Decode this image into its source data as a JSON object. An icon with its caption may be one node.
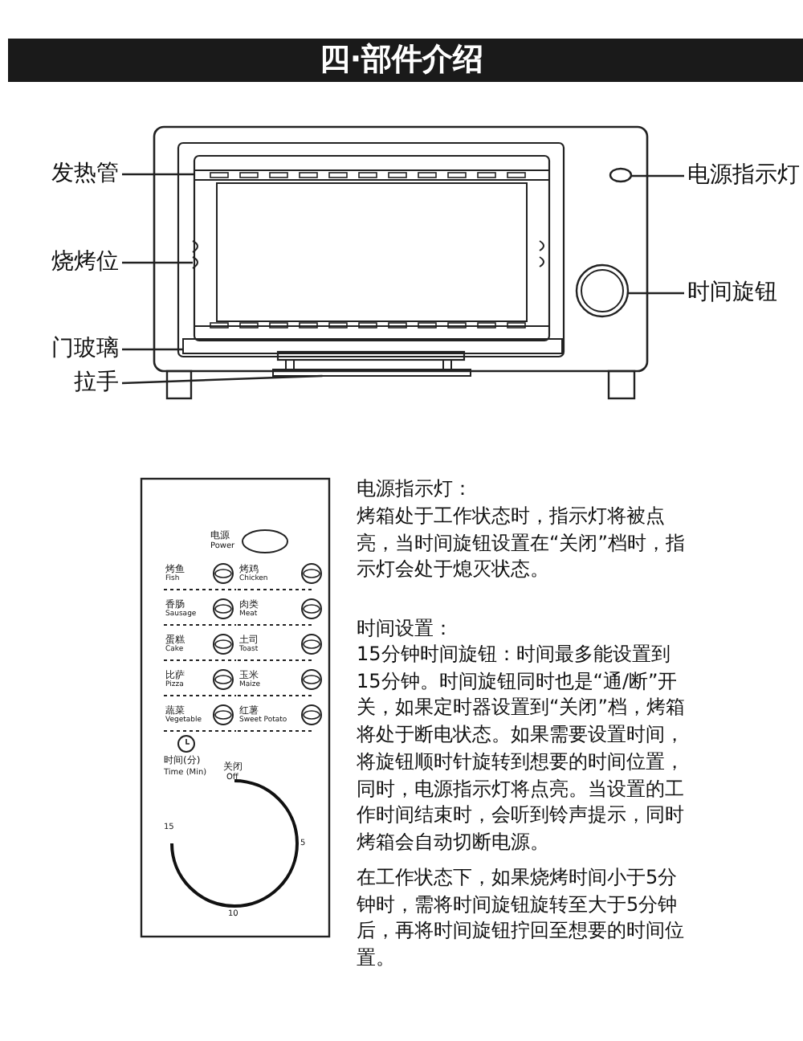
{
  "diagram": {
    "title": "四·部件介绍",
    "nodes": [
      {
        "text": [
          "发热管"
        ]
      },
      {
        "text": [],
        "shape": "bar"
      },
      {
        "text": [
          "烧烤位"
        ]
      },
      {
        "text": [],
        "shape": "box"
      },
      {
        "text": [
          "门玻璃"
        ]
      },
      {
        "text": [],
        "shape": "box"
      },
      {
        "text": [
          "拉手"
        ]
      },
      {
        "text": [],
        "shape": "bar"
      },
      {
        "text": [
          "电源指示灯"
        ]
      },
      {
        "text": [],
        "shape": "circle"
      },
      {
        "text": [
          "时间旋钮"
        ]
      },
      {
        "text": [],
        "shape": "circle"
      }
    ],
    "edges": [
      {
        "from": 0,
        "to": 1,
        "arrow": "none"
      },
      {
        "from": 2,
        "to": 3,
        "arrow": "none"
      },
      {
        "from": 4,
        "to": 5,
        "arrow": "none"
      },
      {
        "from": 6,
        "to": 7,
        "arrow": "none"
      },
      {
        "from": 8,
        "to": 9,
        "arrow": "none"
      },
      {
        "from": 10,
        "to": 11,
        "arrow": "none"
      }
    ],
    "labels": [
      "电源",
      "Power",
      "烤鱼",
      "Fish",
      "烤鸡",
      "Chicken",
      "香肠",
      "Sausage",
      "肉类",
      "Meat",
      "蛋糕",
      "Cake",
      "土司",
      "Toast",
      "比萨",
      "Pizza",
      "玉米",
      "Maize",
      "蔬菜",
      "Vegetable",
      "红薯",
      "Sweet Potato",
      "时间(分)",
      "Time (Min)",
      "关闭",
      "Off",
      "5",
      "10",
      "15",
      "电源指示灯：",
      "烤箱处于工作状态时，指示灯将被点亮，当时间旋钮设置在“关闭”档时，指示灯会处于熄灭状态。",
      "时间设置：",
      "15分钟时间旋钮：时间最多能设置到15分钟。时间旋钮同时也是“通/断”开关，如果定时器设置到“关闭”档，烤箱将处于断电状态。如果需要设置时间，将旋钮顺时针旋转到想要的时间位置，同时，电源指示灯将点亮。当设置的工作时间结束时，会听到铃声提示，同时烤箱会自动切断电源。",
      "在工作状态下，如果烧烤时间小于5分钟时，需将时间旋钮旋转至大于5分钟后，再将时间旋钮拧回至想要的时间位置。"
    ]
  }
}
